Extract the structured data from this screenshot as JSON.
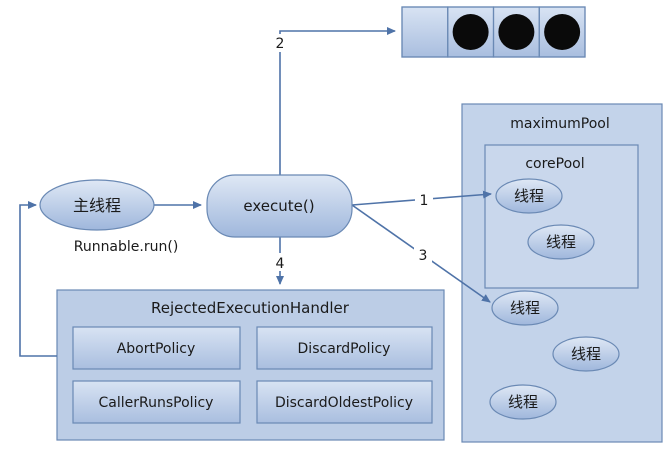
{
  "main_thread": {
    "label": "主线程",
    "call": "Runnable.run()"
  },
  "execute": {
    "label": "execute()"
  },
  "arrows": {
    "step1": "1",
    "step2": "2",
    "step3": "3",
    "step4": "4"
  },
  "queue": {
    "slots": 4,
    "filled": 3
  },
  "maximum_pool": {
    "label": "maximumPool",
    "core_pool": {
      "label": "corePool",
      "threads": [
        "线程",
        "线程"
      ]
    },
    "threads": [
      "线程",
      "线程",
      "线程"
    ]
  },
  "rejected_handler": {
    "label": "RejectedExecutionHandler",
    "policies": [
      "AbortPolicy",
      "DiscardPolicy",
      "CallerRunsPolicy",
      "DiscardOldestPolicy"
    ]
  },
  "colors": {
    "box_fill": "#bccde6",
    "box_stroke": "#6a89b4",
    "inner_fill": "#c9d7ec",
    "arrow": "#4f73a8",
    "queue_dot": "#0a0a0a"
  }
}
